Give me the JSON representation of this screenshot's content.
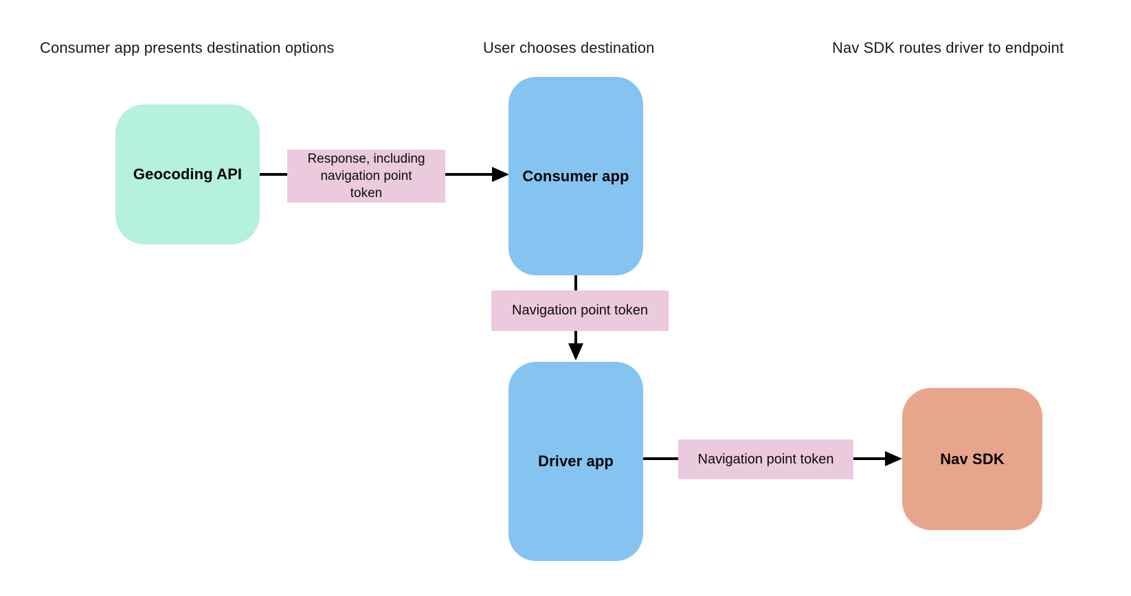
{
  "diagram": {
    "column_headers": {
      "left": "Consumer app presents destination options",
      "middle": "User chooses destination",
      "right": "Nav SDK routes driver to endpoint"
    },
    "nodes": {
      "geocoding_api": {
        "label": "Geocoding API",
        "color": "#b5f1dc"
      },
      "consumer_app": {
        "label": "Consumer app",
        "color": "#85c3f1"
      },
      "driver_app": {
        "label": "Driver app",
        "color": "#85c3f1"
      },
      "nav_sdk": {
        "label": "Nav SDK",
        "color": "#e7a68b"
      }
    },
    "edges": {
      "geocoding_to_consumer": {
        "label": "Response, including\nnavigation point\ntoken"
      },
      "consumer_to_driver": {
        "label": "Navigation point token"
      },
      "driver_to_nav_sdk": {
        "label": "Navigation point token"
      }
    },
    "colors": {
      "edge_label_background": "#eccade",
      "arrow": "#000000",
      "canvas_background": "#ffffff",
      "header_text": "#1a1a1c",
      "node_text": "#000000"
    }
  }
}
